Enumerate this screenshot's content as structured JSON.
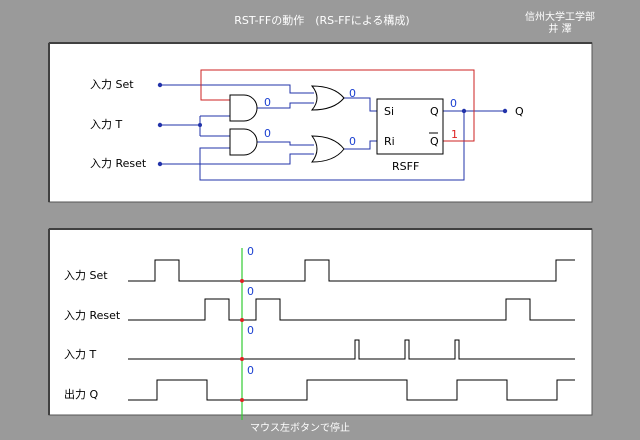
{
  "header": {
    "title": "RST-FFの動作　(RS-FFによる構成)",
    "author_line1": "信州大学工学部",
    "author_line2": "井 澤"
  },
  "circuit": {
    "inputs": {
      "set": "入力 Set",
      "t": "入力 T",
      "reset": "入力 Reset"
    },
    "output": "Q",
    "rsff": {
      "name": "RSFF",
      "si": "Si",
      "ri": "Ri",
      "q": "Q",
      "qbar": "Q"
    },
    "values": {
      "and_top": "0",
      "and_bottom": "0",
      "or_top": "0",
      "or_bottom": "0",
      "q_out": "0",
      "qbar_out": "1"
    }
  },
  "timing": {
    "rows": [
      {
        "label": "入力 Set",
        "value": "0"
      },
      {
        "label": "入力 Reset",
        "value": "0"
      },
      {
        "label": "入力 T",
        "value": "0"
      },
      {
        "label": "出力 Q",
        "value": "0"
      }
    ],
    "footer": "マウス左ボタンで停止"
  },
  "colors": {
    "background": "#9a9a9a",
    "panel": "#ffffff",
    "wire_blue": "#2233aa",
    "wire_red": "#cc2222",
    "cursor_green": "#33cc33",
    "value_blue": "#1a3fd0",
    "value_red": "#dd2222",
    "title_text": "#ffffff"
  }
}
